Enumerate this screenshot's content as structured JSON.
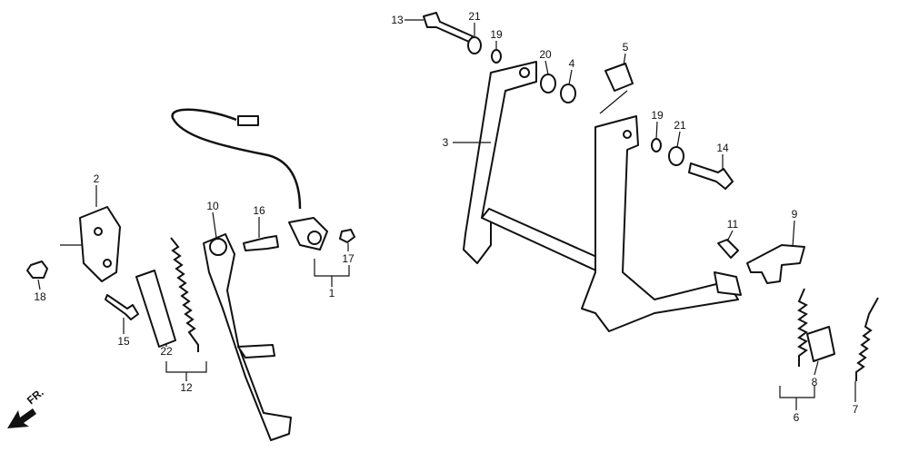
{
  "diagram": {
    "labels": [
      "13",
      "21",
      "19",
      "20",
      "4",
      "5",
      "3",
      "19",
      "21",
      "14",
      "11",
      "9",
      "2",
      "18",
      "15",
      "22",
      "12",
      "10",
      "16",
      "17",
      "1",
      "6",
      "8",
      "7"
    ],
    "front_arrow": "FR."
  }
}
